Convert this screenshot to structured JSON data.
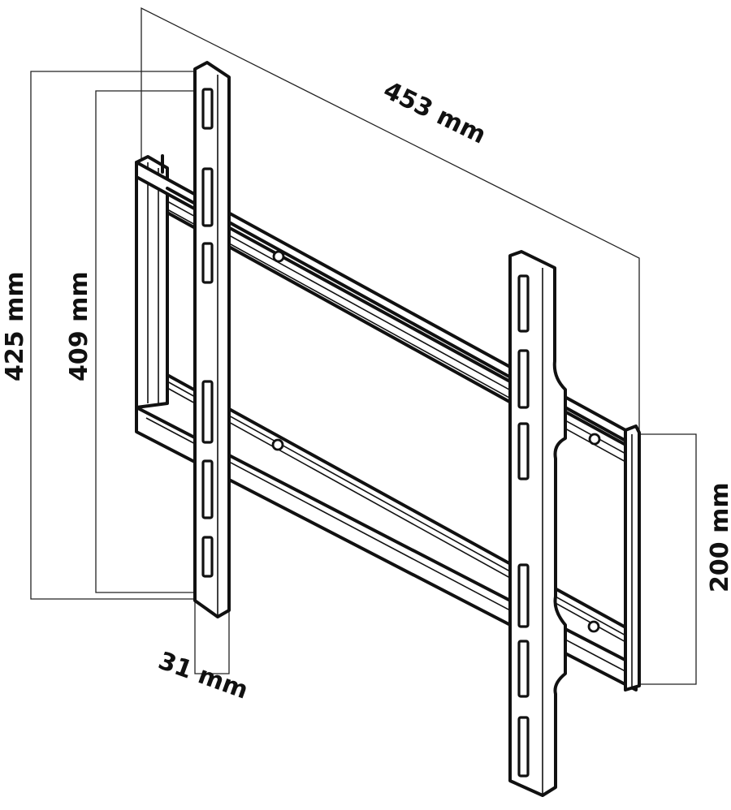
{
  "diagram": {
    "dimensions": {
      "width": "453 mm",
      "height_outer": "425 mm",
      "height_inner": "409 mm",
      "vertical_spacing": "200 mm",
      "depth": "31 mm"
    }
  }
}
